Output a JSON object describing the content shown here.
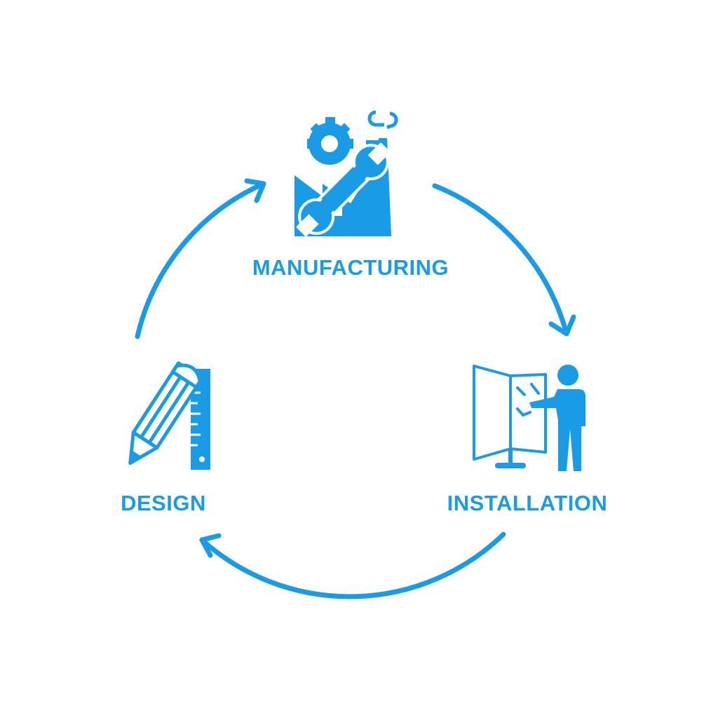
{
  "accent": "#1a9be6",
  "stages": [
    {
      "label": "MANUFACTURING",
      "icon": "factory-wrench-gear-icon"
    },
    {
      "label": "INSTALLATION",
      "icon": "person-installing-panel-icon"
    },
    {
      "label": "DESIGN",
      "icon": "pencil-ruler-icon"
    }
  ]
}
